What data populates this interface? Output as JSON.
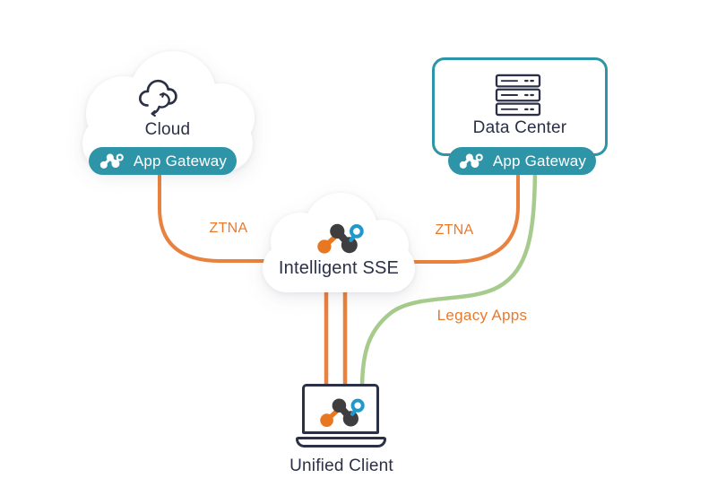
{
  "colors": {
    "background": "#FFFFFF",
    "teal": "#2E94A8",
    "orange_line": "#E8823E",
    "orange_label": "#E87A2E",
    "green_line": "#A6CB8D",
    "ink": "#2B3047",
    "logo_orange": "#E87722",
    "logo_dark": "#3E3E40",
    "logo_blue": "#2098C9"
  },
  "nodes": {
    "cloud": {
      "label": "Cloud",
      "badge": {
        "label": "App Gateway"
      }
    },
    "data_center": {
      "label": "Data Center",
      "badge": {
        "label": "App Gateway"
      }
    },
    "sse": {
      "label": "Intelligent SSE"
    },
    "client": {
      "label": "Unified Client"
    }
  },
  "edges": {
    "ztna_left": {
      "label": "ZTNA",
      "color": "#E8823E"
    },
    "ztna_right": {
      "label": "ZTNA",
      "color": "#E8823E"
    },
    "legacy_apps": {
      "label": "Legacy Apps",
      "color": "#A6CB8D"
    },
    "sse_to_client": {
      "label": "",
      "color": "#E8823E",
      "count": 2
    }
  },
  "icons": {
    "cloud_node_icon": "cloud-sync-icon",
    "data_center_icon": "server-stack-icon",
    "sse_icon": "molecule-key-logo-icon",
    "client_icon": "laptop-icon",
    "badge_icon": "molecule-key-logo-icon"
  }
}
